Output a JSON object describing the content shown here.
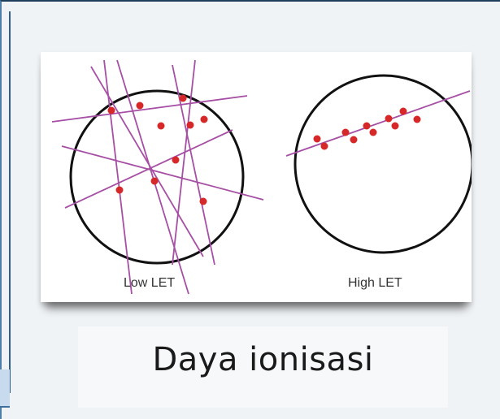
{
  "diagram": {
    "panels": [
      {
        "label": "Low LET",
        "track_color": "#a64fa4",
        "dot_color": "#d62828"
      },
      {
        "label": "High LET",
        "track_color": "#a64fa4",
        "dot_color": "#d62828"
      }
    ]
  },
  "caption": "Daya ionisasi"
}
